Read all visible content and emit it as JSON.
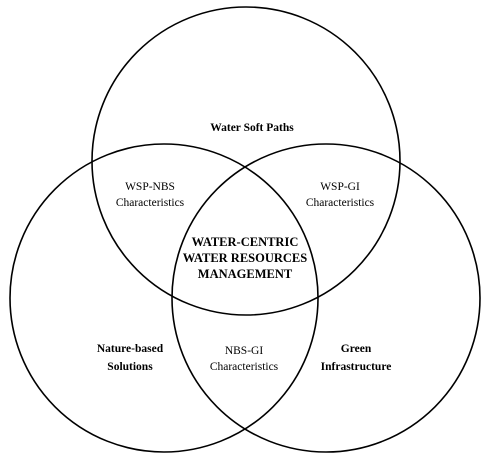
{
  "diagram": {
    "sets": {
      "top": "Water Soft Paths",
      "left_line1": "Nature-based",
      "left_line2": "Solutions",
      "right_line1": "Green",
      "right_line2": "Infrastructure"
    },
    "intersections": {
      "top_left_line1": "WSP-NBS",
      "top_left_line2": "Characteristics",
      "top_right_line1": "WSP-GI",
      "top_right_line2": "Characteristics",
      "bottom_line1": "NBS-GI",
      "bottom_line2": "Characteristics"
    },
    "center": {
      "line1": "WATER-CENTRIC",
      "line2": "WATER RESOURCES",
      "line3": "MANAGEMENT"
    }
  }
}
